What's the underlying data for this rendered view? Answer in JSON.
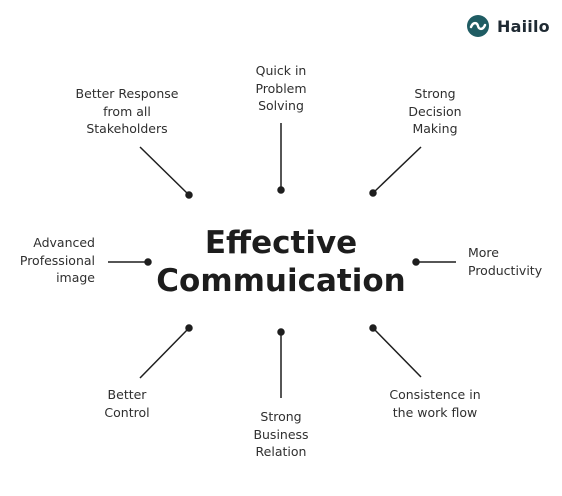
{
  "brand": {
    "name": "Haiilo",
    "icon": "haiilo-logo-icon",
    "color": "#1f5c63"
  },
  "center": {
    "line1": "Effective",
    "line2": "Commuication"
  },
  "nodes": {
    "top_left": [
      "Better Response",
      "from all",
      "Stakeholders"
    ],
    "top": [
      "Quick in",
      "Problem",
      "Solving"
    ],
    "top_right": [
      "Strong",
      "Decision",
      "Making"
    ],
    "left": [
      "Advanced",
      "Professional",
      "image"
    ],
    "right": [
      "More",
      "Productivity"
    ],
    "bottom_left": [
      "Better",
      "Control"
    ],
    "bottom": [
      "Strong",
      "Business",
      "Relation"
    ],
    "bottom_right": [
      "Consistence in",
      "the work flow"
    ]
  }
}
